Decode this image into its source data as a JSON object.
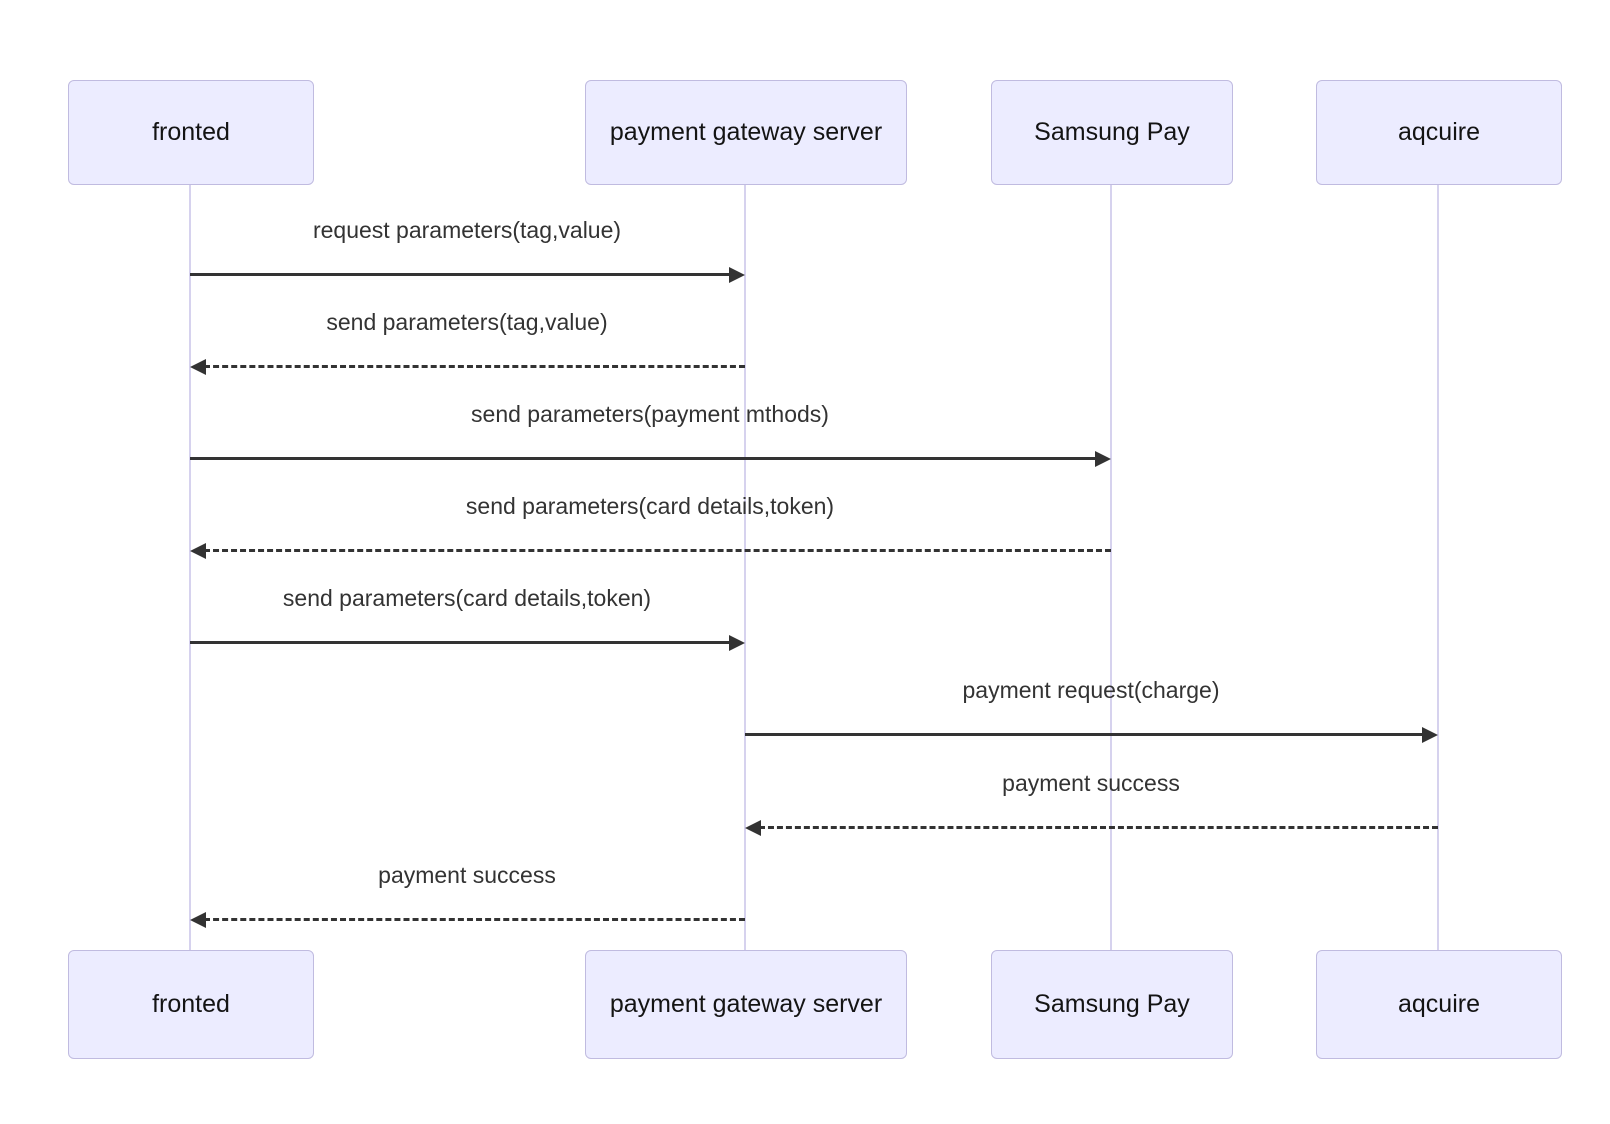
{
  "diagram": {
    "type": "sequence",
    "actors": [
      {
        "id": "fronted",
        "label": "fronted"
      },
      {
        "id": "payment-gateway-server",
        "label": "payment gateway server"
      },
      {
        "id": "samsung-pay",
        "label": "Samsung Pay"
      },
      {
        "id": "aqcuire",
        "label": "aqcuire"
      }
    ],
    "messages": [
      {
        "from": "fronted",
        "to": "payment gateway server",
        "label": "request parameters(tag,value)",
        "line": "solid",
        "direction": "right"
      },
      {
        "from": "payment gateway server",
        "to": "fronted",
        "label": "send parameters(tag,value)",
        "line": "dashed",
        "direction": "left"
      },
      {
        "from": "fronted",
        "to": "Samsung Pay",
        "label": "send parameters(payment mthods)",
        "line": "solid",
        "direction": "right"
      },
      {
        "from": "Samsung Pay",
        "to": "fronted",
        "label": "send parameters(card details,token)",
        "line": "dashed",
        "direction": "left"
      },
      {
        "from": "fronted",
        "to": "payment gateway server",
        "label": "send parameters(card details,token)",
        "line": "solid",
        "direction": "right"
      },
      {
        "from": "payment gateway server",
        "to": "aqcuire",
        "label": "payment request(charge)",
        "line": "solid",
        "direction": "right"
      },
      {
        "from": "aqcuire",
        "to": "payment gateway server",
        "label": "payment success",
        "line": "dashed",
        "direction": "left"
      },
      {
        "from": "payment gateway server",
        "to": "fronted",
        "label": "payment success",
        "line": "dashed",
        "direction": "left"
      }
    ],
    "colors": {
      "background": "#ffffff",
      "actor_fill": "#ECECFF",
      "actor_border": "#c0bbe0",
      "lifeline": "#d6d2ee",
      "arrow": "#333333",
      "text": "#333333"
    }
  }
}
